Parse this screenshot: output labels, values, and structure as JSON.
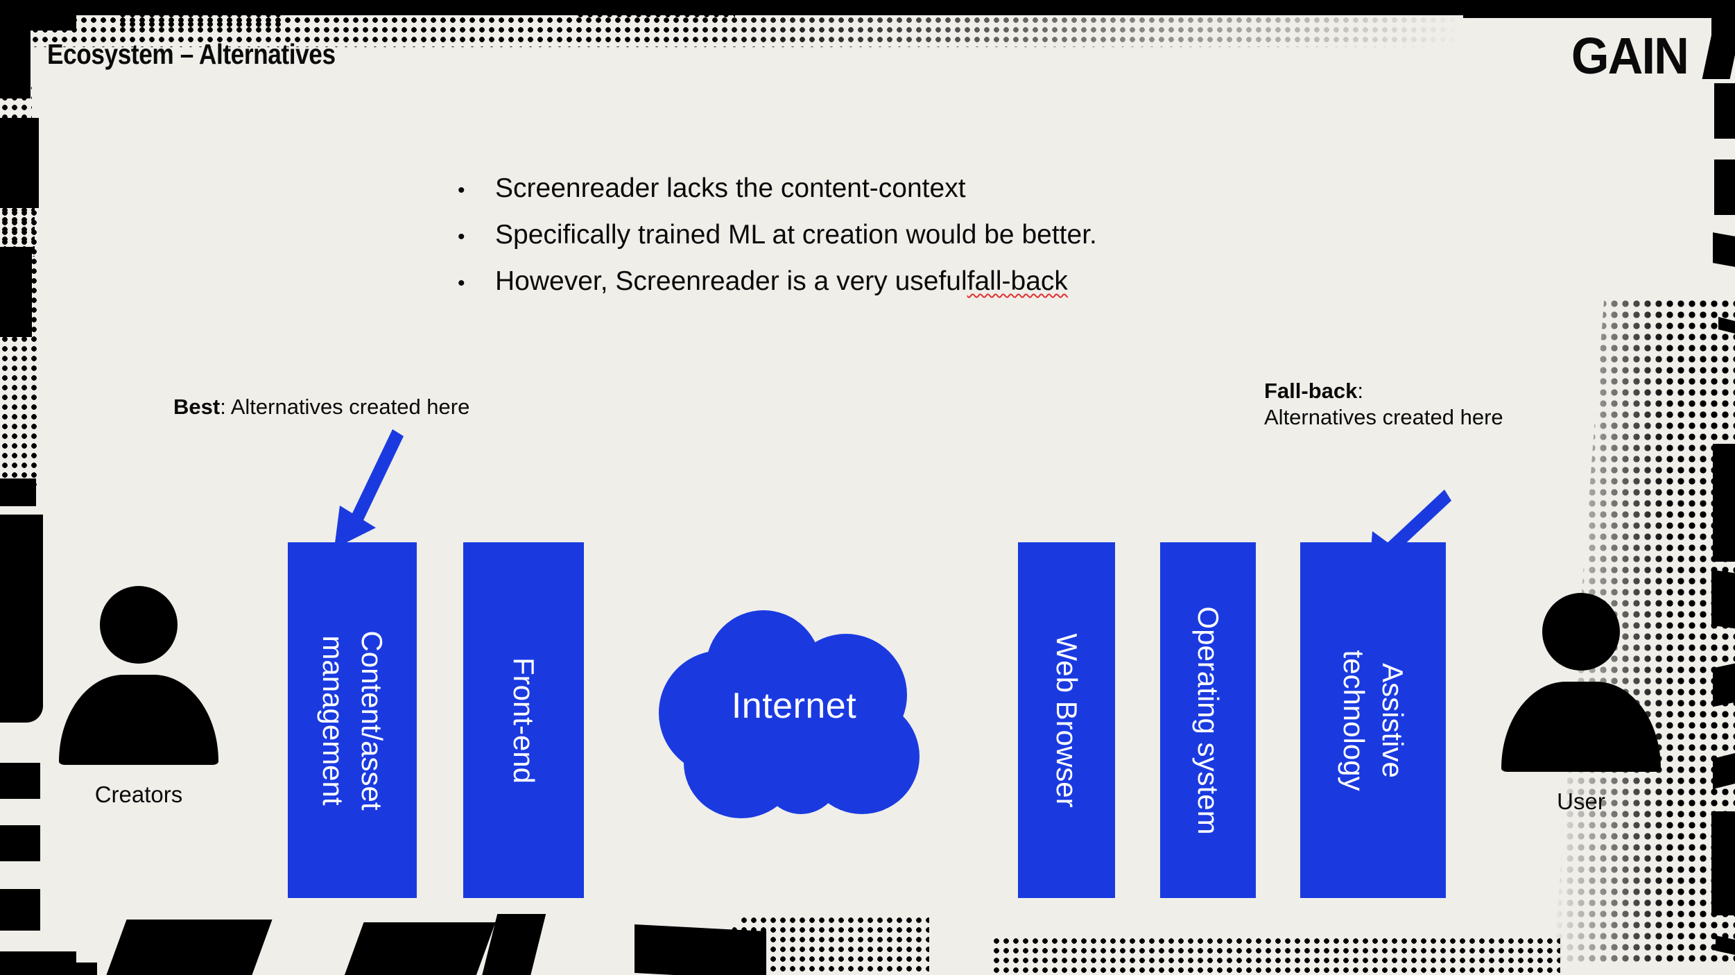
{
  "slide": {
    "title": "Ecosystem – Alternatives",
    "logo": "GAIN",
    "background_color": "#EFEEE9",
    "accent_color": "#1A3AE0",
    "ink_color": "#0A0A0A"
  },
  "bullets": [
    {
      "marker": "•",
      "text": "Screenreader lacks the content-context"
    },
    {
      "marker": "•",
      "text": "Specifically trained ML at creation would be better."
    },
    {
      "marker": "•",
      "text_before": "However, Screenreader is a very useful ",
      "misspelled": "fall-back"
    }
  ],
  "annotations": {
    "best": {
      "label": "Best",
      "separator": ": ",
      "text": "Alternatives created here"
    },
    "fallback": {
      "label": "Fall-back",
      "separator": ":",
      "text": "Alternatives created here"
    }
  },
  "flow": {
    "creators": {
      "label": "Creators",
      "icon": "person-icon"
    },
    "user": {
      "label": "User",
      "icon": "person-icon"
    },
    "cloud": {
      "label": "Internet",
      "icon": "cloud-icon"
    },
    "boxes": [
      {
        "id": "content-asset-management",
        "label": "Content/asset\nmanagement"
      },
      {
        "id": "front-end",
        "label": "Front-end"
      },
      {
        "id": "web-browser",
        "label": "Web Browser"
      },
      {
        "id": "operating-system",
        "label": "Operating system"
      },
      {
        "id": "assistive-technology",
        "label": "Assistive\ntechnology"
      }
    ]
  }
}
